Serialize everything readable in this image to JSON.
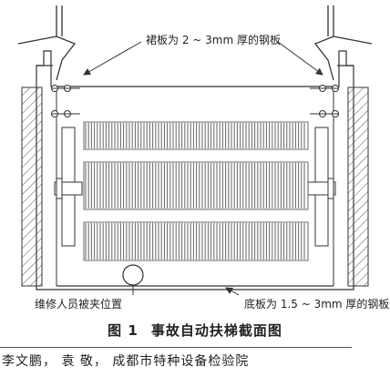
{
  "figure": {
    "labels": {
      "skirt_panel": "裙板为 2 ~ 3mm 厚的钢板",
      "trapped_position": "维修人员被夹位置",
      "bottom_plate": "底板为 1.5 ~ 3mm 厚的钢板"
    },
    "caption": {
      "number": "图 1",
      "title": "事故自动扶梯截面图"
    }
  },
  "footer": {
    "authors": "李文鹏， 袁  敬， 成都市特种设备检验院"
  }
}
